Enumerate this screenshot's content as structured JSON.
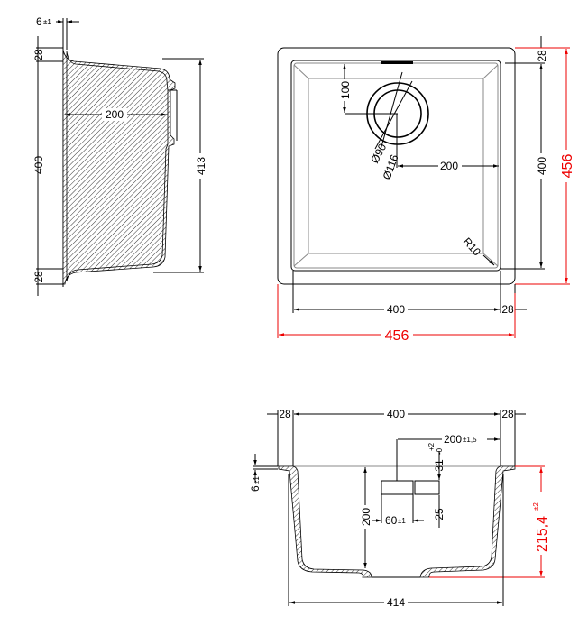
{
  "side_view": {
    "flange_thickness": "6",
    "flange_tol": "±1",
    "top_flange": "28",
    "bowl_depth_width": "400",
    "bottom_flange": "28",
    "drain_offset": "200",
    "overall_depth": "413"
  },
  "top_view": {
    "top_flange": "28",
    "inner_length": "400",
    "outer_length": "456",
    "drain_from_top": "100",
    "drain_inner_dia": "Ø90",
    "drain_outer_dia": "Ø116",
    "drain_from_side": "200",
    "corner_radius": "R10",
    "inner_width": "400",
    "side_flange": "28",
    "outer_width": "456"
  },
  "front_view": {
    "left_flange": "28",
    "inner_width": "400",
    "right_flange": "28",
    "overflow_offset": "200",
    "overflow_offset_tol": "±1,5",
    "overflow_top": "31",
    "overflow_top_tol_plus": "+2",
    "overflow_top_tol_minus": "-0",
    "overflow_height": "25",
    "overflow_width": "60",
    "overflow_width_tol": "±1",
    "bowl_depth": "200",
    "flange_thickness": "6",
    "flange_tol": "±1",
    "total_height": "215,4",
    "total_height_tol": "±2",
    "bottom_width": "414"
  },
  "colors": {
    "line": "#000000",
    "highlight": "#e00000"
  }
}
